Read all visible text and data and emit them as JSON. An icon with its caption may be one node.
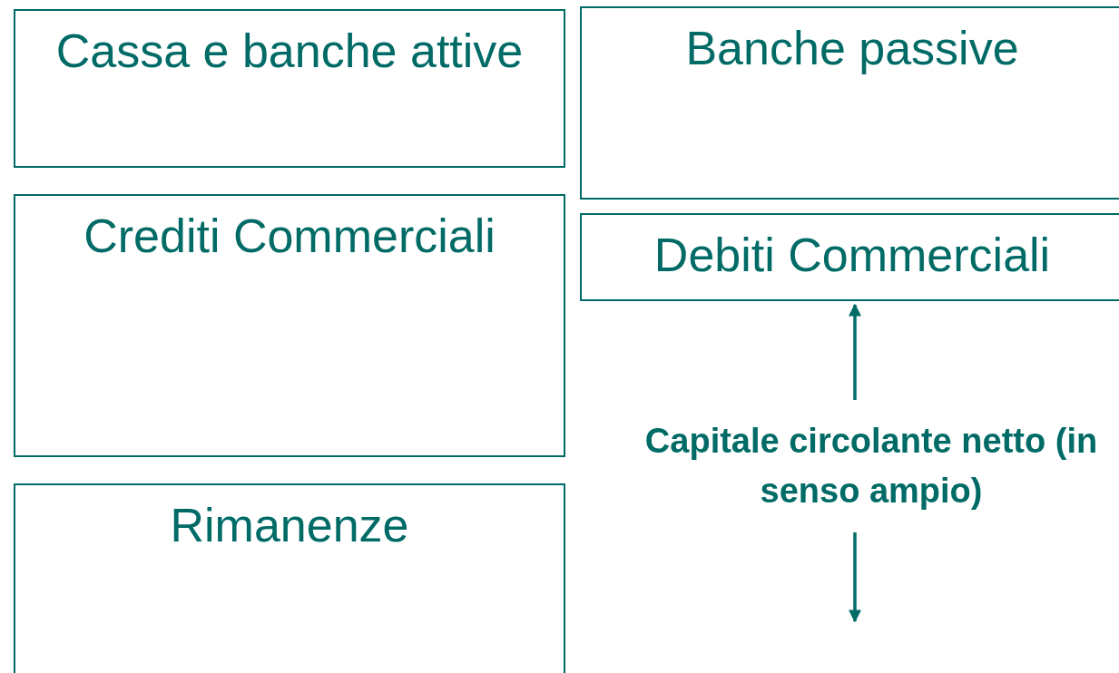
{
  "diagram": {
    "nodes": [
      {
        "text": [
          "Cassa e banche attive"
        ]
      },
      {
        "text": [
          "Banche passive"
        ]
      },
      {
        "text": [
          "Crediti Commerciali"
        ]
      },
      {
        "text": [
          "Debiti Commerciali"
        ]
      },
      {
        "text": [
          "Rimanenze"
        ]
      },
      {
        "text": [
          "Capitale circolante netto (in senso ampio)"
        ]
      }
    ],
    "edges": [
      {
        "from": 5,
        "to": 3,
        "arrow": "to"
      },
      {
        "from": 5,
        "to": null,
        "arrow": "to"
      }
    ]
  }
}
